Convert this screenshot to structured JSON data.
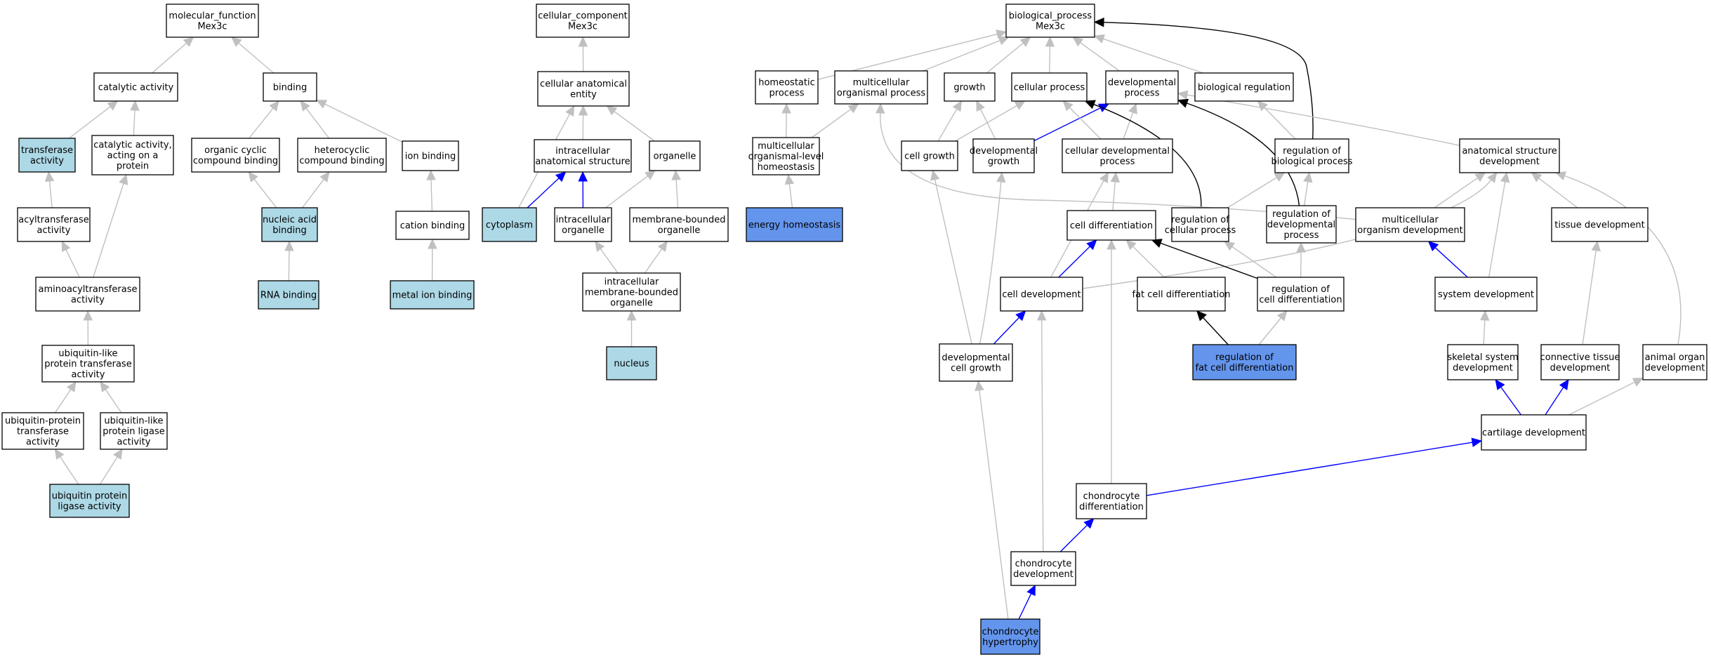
{
  "colors": {
    "edge_gray": "#c0c0c0",
    "edge_blue": "#0000ff",
    "edge_black": "#000000",
    "node_white": "#ffffff",
    "node_lightblue": "#add8e6",
    "node_blue": "#6495ed"
  },
  "nodes": [
    {
      "id": "mf",
      "lines": [
        "molecular_function",
        "Mex3c"
      ],
      "fill": "white"
    },
    {
      "id": "cat",
      "lines": [
        "catalytic activity"
      ],
      "fill": "white"
    },
    {
      "id": "bind",
      "lines": [
        "binding"
      ],
      "fill": "white"
    },
    {
      "id": "trans",
      "lines": [
        "transferase",
        "activity"
      ],
      "fill": "lightblue"
    },
    {
      "id": "catprot",
      "lines": [
        "catalytic activity,",
        "acting on a",
        "protein"
      ],
      "fill": "white"
    },
    {
      "id": "orgcyc",
      "lines": [
        "organic cyclic",
        "compound binding"
      ],
      "fill": "white"
    },
    {
      "id": "hetcyc",
      "lines": [
        "heterocyclic",
        "compound binding"
      ],
      "fill": "white"
    },
    {
      "id": "ionb",
      "lines": [
        "ion binding"
      ],
      "fill": "white"
    },
    {
      "id": "acyl",
      "lines": [
        "acyltransferase",
        "activity"
      ],
      "fill": "white"
    },
    {
      "id": "nucacid",
      "lines": [
        "nucleic acid",
        "binding"
      ],
      "fill": "lightblue"
    },
    {
      "id": "cationb",
      "lines": [
        "cation binding"
      ],
      "fill": "white"
    },
    {
      "id": "aminoacyl",
      "lines": [
        "aminoacyltransferase",
        "activity"
      ],
      "fill": "white"
    },
    {
      "id": "rnab",
      "lines": [
        "RNA binding"
      ],
      "fill": "lightblue"
    },
    {
      "id": "metalb",
      "lines": [
        "metal ion binding"
      ],
      "fill": "lightblue"
    },
    {
      "id": "ublike",
      "lines": [
        "ubiquitin-like",
        "protein transferase",
        "activity"
      ],
      "fill": "white"
    },
    {
      "id": "ubprot",
      "lines": [
        "ubiquitin-protein",
        "transferase",
        "activity"
      ],
      "fill": "white"
    },
    {
      "id": "ublig",
      "lines": [
        "ubiquitin-like",
        "protein ligase",
        "activity"
      ],
      "fill": "white"
    },
    {
      "id": "ubpl",
      "lines": [
        "ubiquitin protein",
        "ligase activity"
      ],
      "fill": "lightblue"
    },
    {
      "id": "cc",
      "lines": [
        "cellular_component",
        "Mex3c"
      ],
      "fill": "white"
    },
    {
      "id": "cae",
      "lines": [
        "cellular anatomical",
        "entity"
      ],
      "fill": "white"
    },
    {
      "id": "ias",
      "lines": [
        "intracellular",
        "anatomical structure"
      ],
      "fill": "white"
    },
    {
      "id": "organelle",
      "lines": [
        "organelle"
      ],
      "fill": "white"
    },
    {
      "id": "cyto",
      "lines": [
        "cytoplasm"
      ],
      "fill": "lightblue"
    },
    {
      "id": "intorg",
      "lines": [
        "intracellular",
        "organelle"
      ],
      "fill": "white"
    },
    {
      "id": "mbo",
      "lines": [
        "membrane-bounded",
        "organelle"
      ],
      "fill": "white"
    },
    {
      "id": "imbo",
      "lines": [
        "intracellular",
        "membrane-bounded",
        "organelle"
      ],
      "fill": "white"
    },
    {
      "id": "nucleus",
      "lines": [
        "nucleus"
      ],
      "fill": "lightblue"
    },
    {
      "id": "bp",
      "lines": [
        "biological_process",
        "Mex3c"
      ],
      "fill": "white"
    },
    {
      "id": "homeo",
      "lines": [
        "homeostatic",
        "process"
      ],
      "fill": "white"
    },
    {
      "id": "multi",
      "lines": [
        "multicellular",
        "organismal process"
      ],
      "fill": "white"
    },
    {
      "id": "growth",
      "lines": [
        "growth"
      ],
      "fill": "white"
    },
    {
      "id": "cellproc",
      "lines": [
        "cellular process"
      ],
      "fill": "white"
    },
    {
      "id": "devproc",
      "lines": [
        "developmental",
        "process"
      ],
      "fill": "white"
    },
    {
      "id": "bioreg",
      "lines": [
        "biological regulation"
      ],
      "fill": "white"
    },
    {
      "id": "mlh",
      "lines": [
        "multicellular",
        "organismal-level",
        "homeostasis"
      ],
      "fill": "white"
    },
    {
      "id": "cellgrowth",
      "lines": [
        "cell growth"
      ],
      "fill": "white"
    },
    {
      "id": "devgrowth",
      "lines": [
        "developmental",
        "growth"
      ],
      "fill": "white"
    },
    {
      "id": "celldevproc",
      "lines": [
        "cellular developmental",
        "process"
      ],
      "fill": "white"
    },
    {
      "id": "regbio",
      "lines": [
        "regulation of",
        "biological process"
      ],
      "fill": "white"
    },
    {
      "id": "anatdev",
      "lines": [
        "anatomical structure",
        "development"
      ],
      "fill": "white"
    },
    {
      "id": "energy",
      "lines": [
        "energy homeostasis"
      ],
      "fill": "blue"
    },
    {
      "id": "celldiff",
      "lines": [
        "cell differentiation"
      ],
      "fill": "white"
    },
    {
      "id": "regcell",
      "lines": [
        "regulation of",
        "cellular process"
      ],
      "fill": "white"
    },
    {
      "id": "regdev",
      "lines": [
        "regulation of",
        "developmental",
        "process"
      ],
      "fill": "white"
    },
    {
      "id": "multidev",
      "lines": [
        "multicellular",
        "organism development"
      ],
      "fill": "white"
    },
    {
      "id": "tissuedev",
      "lines": [
        "tissue development"
      ],
      "fill": "white"
    },
    {
      "id": "celldev",
      "lines": [
        "cell development"
      ],
      "fill": "white"
    },
    {
      "id": "fatdiff",
      "lines": [
        "fat cell differentiation"
      ],
      "fill": "white"
    },
    {
      "id": "regcelldiff",
      "lines": [
        "regulation of",
        "cell differentiation"
      ],
      "fill": "white"
    },
    {
      "id": "sysdev",
      "lines": [
        "system development"
      ],
      "fill": "white"
    },
    {
      "id": "devcellgrowth",
      "lines": [
        "developmental",
        "cell growth"
      ],
      "fill": "white"
    },
    {
      "id": "regfat",
      "lines": [
        "regulation of",
        "fat cell differentiation"
      ],
      "fill": "blue"
    },
    {
      "id": "skeldev",
      "lines": [
        "skeletal system",
        "development"
      ],
      "fill": "white"
    },
    {
      "id": "conndev",
      "lines": [
        "connective tissue",
        "development"
      ],
      "fill": "white"
    },
    {
      "id": "animorg",
      "lines": [
        "animal organ",
        "development"
      ],
      "fill": "white"
    },
    {
      "id": "cartdev",
      "lines": [
        "cartilage development"
      ],
      "fill": "white"
    },
    {
      "id": "chondiff",
      "lines": [
        "chondrocyte",
        "differentiation"
      ],
      "fill": "white"
    },
    {
      "id": "chondev",
      "lines": [
        "chondrocyte",
        "development"
      ],
      "fill": "white"
    },
    {
      "id": "chonhyp",
      "lines": [
        "chondrocyte",
        "hypertrophy"
      ],
      "fill": "blue"
    }
  ],
  "edges": [
    {
      "from": "cat",
      "to": "mf",
      "kind": "gray"
    },
    {
      "from": "bind",
      "to": "mf",
      "kind": "gray"
    },
    {
      "from": "trans",
      "to": "cat",
      "kind": "gray"
    },
    {
      "from": "catprot",
      "to": "cat",
      "kind": "gray"
    },
    {
      "from": "orgcyc",
      "to": "bind",
      "kind": "gray"
    },
    {
      "from": "hetcyc",
      "to": "bind",
      "kind": "gray"
    },
    {
      "from": "ionb",
      "to": "bind",
      "kind": "gray"
    },
    {
      "from": "acyl",
      "to": "trans",
      "kind": "gray"
    },
    {
      "from": "nucacid",
      "to": "orgcyc",
      "kind": "gray"
    },
    {
      "from": "nucacid",
      "to": "hetcyc",
      "kind": "gray"
    },
    {
      "from": "cationb",
      "to": "ionb",
      "kind": "gray"
    },
    {
      "from": "aminoacyl",
      "to": "acyl",
      "kind": "gray"
    },
    {
      "from": "aminoacyl",
      "to": "catprot",
      "kind": "gray"
    },
    {
      "from": "rnab",
      "to": "nucacid",
      "kind": "gray"
    },
    {
      "from": "metalb",
      "to": "cationb",
      "kind": "gray"
    },
    {
      "from": "ublike",
      "to": "aminoacyl",
      "kind": "gray"
    },
    {
      "from": "ubprot",
      "to": "ublike",
      "kind": "gray"
    },
    {
      "from": "ublig",
      "to": "ublike",
      "kind": "gray"
    },
    {
      "from": "ubpl",
      "to": "ubprot",
      "kind": "gray"
    },
    {
      "from": "ubpl",
      "to": "ublig",
      "kind": "gray"
    },
    {
      "from": "cae",
      "to": "cc",
      "kind": "gray"
    },
    {
      "from": "ias",
      "to": "cae",
      "kind": "gray"
    },
    {
      "from": "organelle",
      "to": "cae",
      "kind": "gray"
    },
    {
      "from": "cyto",
      "to": "cae",
      "kind": "gray"
    },
    {
      "from": "cyto",
      "to": "ias",
      "kind": "blue"
    },
    {
      "from": "intorg",
      "to": "ias",
      "kind": "blue"
    },
    {
      "from": "intorg",
      "to": "organelle",
      "kind": "gray"
    },
    {
      "from": "mbo",
      "to": "organelle",
      "kind": "gray"
    },
    {
      "from": "imbo",
      "to": "intorg",
      "kind": "gray"
    },
    {
      "from": "imbo",
      "to": "mbo",
      "kind": "gray"
    },
    {
      "from": "nucleus",
      "to": "imbo",
      "kind": "gray"
    },
    {
      "from": "homeo",
      "to": "bp",
      "kind": "gray"
    },
    {
      "from": "multi",
      "to": "bp",
      "kind": "gray"
    },
    {
      "from": "growth",
      "to": "bp",
      "kind": "gray"
    },
    {
      "from": "cellproc",
      "to": "bp",
      "kind": "gray"
    },
    {
      "from": "devproc",
      "to": "bp",
      "kind": "gray"
    },
    {
      "from": "bioreg",
      "to": "bp",
      "kind": "gray"
    },
    {
      "from": "regbio",
      "to": "bp",
      "kind": "black"
    },
    {
      "from": "mlh",
      "to": "homeo",
      "kind": "gray"
    },
    {
      "from": "mlh",
      "to": "multi",
      "kind": "gray"
    },
    {
      "from": "energy",
      "to": "mlh",
      "kind": "gray"
    },
    {
      "from": "cellgrowth",
      "to": "growth",
      "kind": "gray"
    },
    {
      "from": "cellgrowth",
      "to": "cellproc",
      "kind": "gray"
    },
    {
      "from": "devgrowth",
      "to": "growth",
      "kind": "gray"
    },
    {
      "from": "devgrowth",
      "to": "devproc",
      "kind": "blue"
    },
    {
      "from": "celldevproc",
      "to": "cellproc",
      "kind": "gray"
    },
    {
      "from": "celldevproc",
      "to": "devproc",
      "kind": "gray"
    },
    {
      "from": "regbio",
      "to": "bioreg",
      "kind": "gray"
    },
    {
      "from": "anatdev",
      "to": "devproc",
      "kind": "gray"
    },
    {
      "from": "regcell",
      "to": "cellproc",
      "kind": "black"
    },
    {
      "from": "regcell",
      "to": "regbio",
      "kind": "gray"
    },
    {
      "from": "regdev",
      "to": "devproc",
      "kind": "black"
    },
    {
      "from": "regdev",
      "to": "regbio",
      "kind": "gray"
    },
    {
      "from": "multidev",
      "to": "multi",
      "kind": "gray"
    },
    {
      "from": "multidev",
      "to": "anatdev",
      "kind": "gray"
    },
    {
      "from": "tissuedev",
      "to": "anatdev",
      "kind": "gray"
    },
    {
      "from": "celldiff",
      "to": "celldevproc",
      "kind": "gray"
    },
    {
      "from": "celldev",
      "to": "celldevproc",
      "kind": "gray"
    },
    {
      "from": "celldev",
      "to": "celldiff",
      "kind": "blue"
    },
    {
      "from": "celldev",
      "to": "anatdev",
      "kind": "gray"
    },
    {
      "from": "fatdiff",
      "to": "celldiff",
      "kind": "gray"
    },
    {
      "from": "regcelldiff",
      "to": "celldiff",
      "kind": "black"
    },
    {
      "from": "regcelldiff",
      "to": "regcell",
      "kind": "gray"
    },
    {
      "from": "regcelldiff",
      "to": "regdev",
      "kind": "gray"
    },
    {
      "from": "sysdev",
      "to": "multidev",
      "kind": "blue"
    },
    {
      "from": "sysdev",
      "to": "anatdev",
      "kind": "gray"
    },
    {
      "from": "devcellgrowth",
      "to": "cellgrowth",
      "kind": "gray"
    },
    {
      "from": "devcellgrowth",
      "to": "devgrowth",
      "kind": "gray"
    },
    {
      "from": "devcellgrowth",
      "to": "celldev",
      "kind": "blue"
    },
    {
      "from": "regfat",
      "to": "fatdiff",
      "kind": "black"
    },
    {
      "from": "regfat",
      "to": "regcelldiff",
      "kind": "gray"
    },
    {
      "from": "skeldev",
      "to": "sysdev",
      "kind": "gray"
    },
    {
      "from": "conndev",
      "to": "tissuedev",
      "kind": "gray"
    },
    {
      "from": "animorg",
      "to": "anatdev",
      "kind": "gray"
    },
    {
      "from": "cartdev",
      "to": "skeldev",
      "kind": "blue"
    },
    {
      "from": "cartdev",
      "to": "conndev",
      "kind": "blue"
    },
    {
      "from": "cartdev",
      "to": "animorg",
      "kind": "gray"
    },
    {
      "from": "chondiff",
      "to": "celldiff",
      "kind": "gray"
    },
    {
      "from": "chondiff",
      "to": "cartdev",
      "kind": "blue"
    },
    {
      "from": "chondev",
      "to": "celldev",
      "kind": "gray"
    },
    {
      "from": "chondev",
      "to": "chondiff",
      "kind": "blue"
    },
    {
      "from": "chonhyp",
      "to": "devcellgrowth",
      "kind": "gray"
    },
    {
      "from": "chonhyp",
      "to": "chondev",
      "kind": "blue"
    }
  ]
}
